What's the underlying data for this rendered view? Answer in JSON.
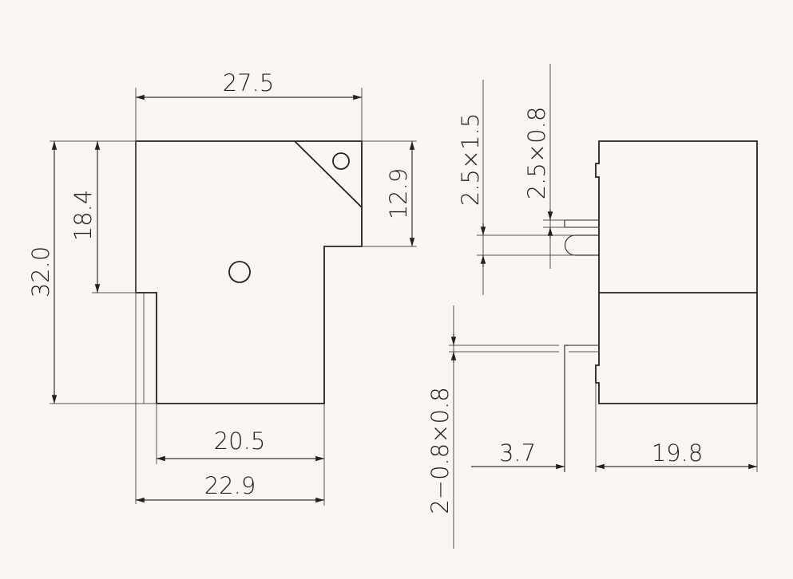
{
  "front_view": {
    "width_total": "27.5",
    "height_total": "32.0",
    "height_upper": "18.4",
    "height_tab": "12.9",
    "width_lower": "20.5",
    "width_pins": "22.9"
  },
  "side_view": {
    "pin_large": "2.5×1.5",
    "pin_small": "2.5×0.8",
    "pin_lower": "2−0.8×0.8",
    "pin_length": "3.7",
    "body_depth": "19.8"
  }
}
